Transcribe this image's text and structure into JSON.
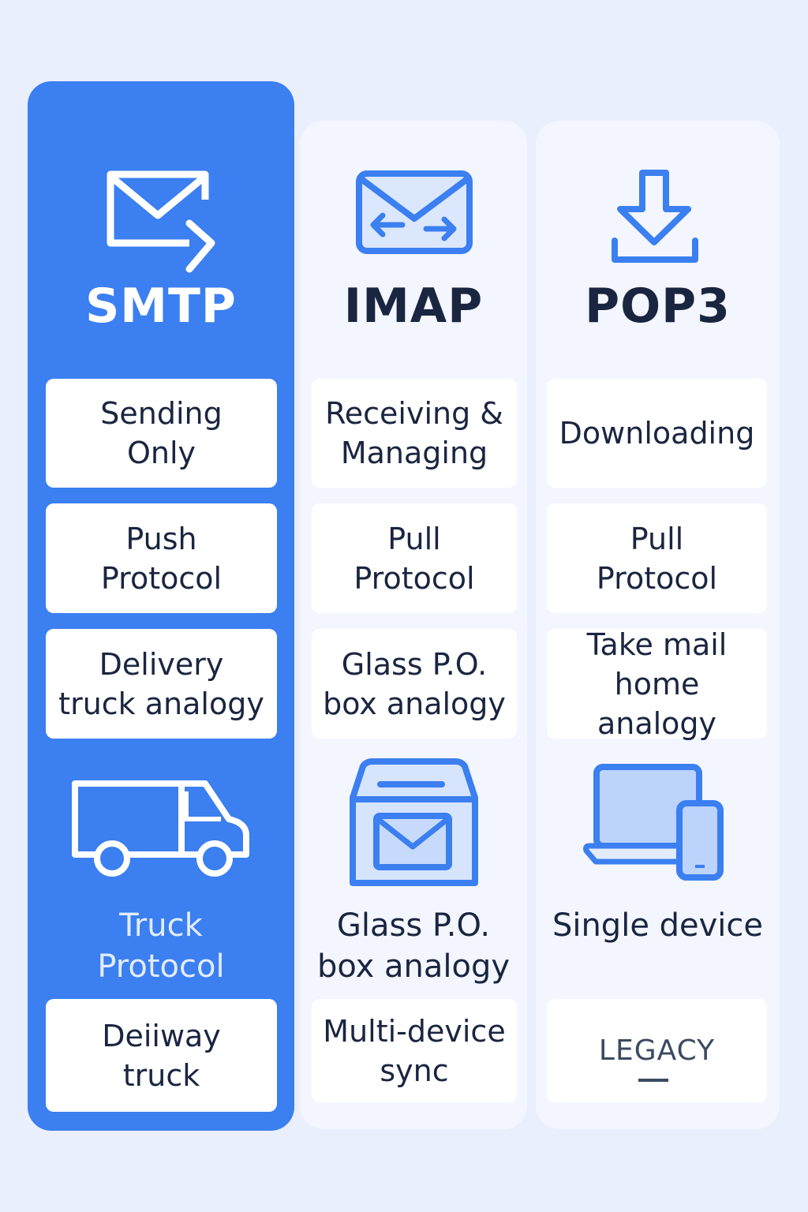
{
  "columns": [
    {
      "title": "SMTP",
      "cards": [
        "Sending\nOnly",
        "Push\nProtocol",
        "Delivery\ntruck analogy"
      ],
      "caption": "Truck\nProtocol",
      "footer": "Deiiway\ntruck",
      "top_icon": "envelope-send-icon",
      "bottom_icon": "truck-icon"
    },
    {
      "title": "IMAP",
      "cards": [
        "Receiving &\nManaging",
        "Pull\nProtocol",
        "Glass P.O.\nbox analogy"
      ],
      "caption": "Glass P.O.\nbox analogy",
      "footer": "Multi-device\nsync",
      "top_icon": "envelope-sync-icon",
      "bottom_icon": "mailbox-icon"
    },
    {
      "title": "POP3",
      "cards": [
        "Downloading",
        "Pull\nProtocol",
        "Take mail\nhome analogy"
      ],
      "caption": "Single device",
      "footer": "LEGACY",
      "top_icon": "download-icon",
      "bottom_icon": "laptop-phone-icon"
    }
  ],
  "colors": {
    "accent": "#3b7ff0",
    "panel": "#f3f6fe",
    "background": "#e9effc",
    "text": "#1a2540"
  }
}
